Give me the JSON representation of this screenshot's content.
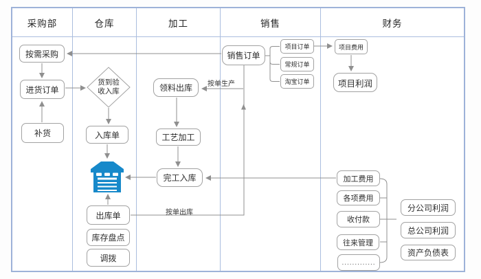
{
  "lanes": [
    {
      "id": "purchasing",
      "label": "采购部"
    },
    {
      "id": "warehouse",
      "label": "仓库"
    },
    {
      "id": "processing",
      "label": "加工"
    },
    {
      "id": "sales",
      "label": "销售"
    },
    {
      "id": "finance",
      "label": "财务"
    }
  ],
  "nodes": {
    "purchase_on_demand": {
      "label": "按需采购"
    },
    "purchase_order": {
      "label": "进货订单"
    },
    "replenishment": {
      "label": "补货"
    },
    "arrival_inspection": {
      "line1": "货到验",
      "line2": "收入库"
    },
    "inbound_order": {
      "label": "入库单"
    },
    "outbound_order": {
      "label": "出库单"
    },
    "stocktaking": {
      "label": "库存盘点"
    },
    "transfer": {
      "label": "调拨"
    },
    "material_requisition": {
      "label": "领料出库"
    },
    "process_machining": {
      "label": "工艺加工"
    },
    "finished_inbound": {
      "label": "完工入库"
    },
    "sales_order": {
      "label": "销售订单"
    },
    "project_order": {
      "label": "项目订单"
    },
    "regular_order": {
      "label": "常规订单"
    },
    "taobao_order": {
      "label": "淘宝订单"
    },
    "project_expense": {
      "label": "项目费用"
    },
    "project_profit": {
      "label": "项目利润"
    },
    "processing_expense": {
      "label": "加工费用"
    },
    "misc_expense": {
      "label": "各项费用"
    },
    "receipts_payments": {
      "label": "收付款"
    },
    "transactions_mgmt": {
      "label": "往来管理"
    },
    "more_dots": {
      "label": "............."
    },
    "branch_profit": {
      "label": "分公司利润"
    },
    "hq_profit": {
      "label": "总公司利润"
    },
    "balance_sheet": {
      "label": "资产负债表"
    }
  },
  "edge_labels": {
    "produce_to_order": "按单生产",
    "ship_to_order": "按单出库"
  },
  "edges": [
    {
      "from": "sales_order",
      "to": "purchase_on_demand"
    },
    {
      "from": "purchase_on_demand",
      "to": "purchase_order"
    },
    {
      "from": "replenishment",
      "to": "purchase_order"
    },
    {
      "from": "purchase_order",
      "to": "arrival_inspection"
    },
    {
      "from": "arrival_inspection",
      "to": "inbound_order"
    },
    {
      "from": "inbound_order",
      "to": "warehouse_icon"
    },
    {
      "from": "outbound_order",
      "to": "warehouse_icon"
    },
    {
      "from": "finished_inbound",
      "to": "warehouse_icon"
    },
    {
      "from": "processing_expense",
      "to": "finished_inbound"
    },
    {
      "from": "sales_order",
      "to": "material_requisition",
      "label": "按单生产"
    },
    {
      "from": "material_requisition",
      "to": "process_machining"
    },
    {
      "from": "process_machining",
      "to": "finished_inbound"
    },
    {
      "from": "outbound_order",
      "to": "sales_order",
      "label": "按单出库"
    },
    {
      "from": "sales_order",
      "to": "project_order"
    },
    {
      "from": "sales_order",
      "to": "regular_order"
    },
    {
      "from": "sales_order",
      "to": "taobao_order"
    },
    {
      "from": "project_order",
      "to": "project_expense"
    },
    {
      "from": "project_expense",
      "to": "project_profit"
    },
    {
      "from": "finance_item_group",
      "to": "finance_report_group"
    }
  ],
  "icons": {
    "warehouse": "warehouse-icon"
  },
  "colors": {
    "lane_border": "#9db2d8",
    "inner_border": "#aabdde",
    "box_border": "#a1a1a1",
    "arrow": "#8f8f8f",
    "warehouse_blue": "#1789ca",
    "text": "#2f2f2f"
  }
}
